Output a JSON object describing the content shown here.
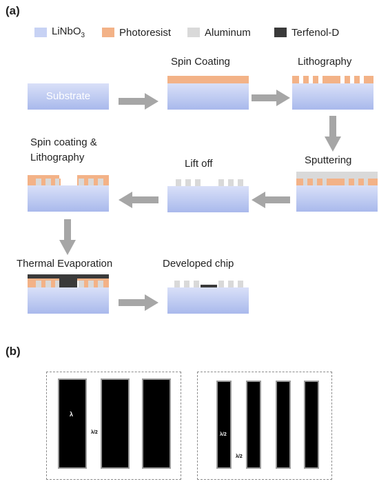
{
  "panels": {
    "a": "(a)",
    "b": "(b)"
  },
  "legend": [
    {
      "name": "LiNbO3",
      "color": "#c7d2f4"
    },
    {
      "name": "Photoresist",
      "color": "#f3b287"
    },
    {
      "name": "Aluminum",
      "color": "#d9d9d9"
    },
    {
      "name": "Terfenol-D",
      "color": "#3a3a3a"
    }
  ],
  "steps": {
    "substrate": "Substrate",
    "spin_coating": "Spin Coating",
    "lithography": "Lithography",
    "sputtering": "Sputtering",
    "lift_off": "Lift off",
    "spin_coating_litho_1": "Spin coating &",
    "spin_coating_litho_2": "Lithography",
    "thermal_evaporation": "Thermal Evaporation",
    "developed_chip": "Developed chip"
  },
  "panel_b": {
    "lambda": "λ",
    "half_lambda": "λ/2"
  }
}
